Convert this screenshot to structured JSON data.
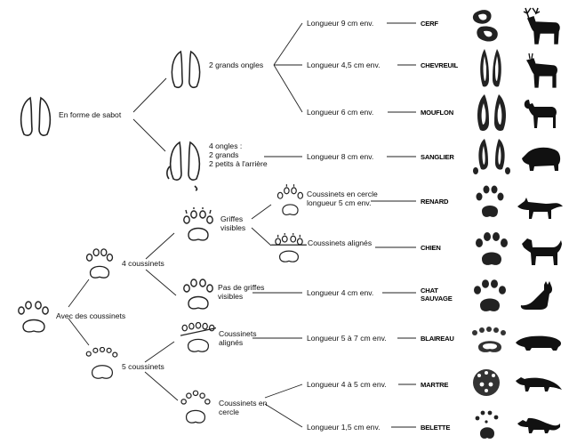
{
  "root_labels": {
    "hoof": "En forme de sabot",
    "pads": "Avec des coussinets"
  },
  "groups": {
    "two_hooves": "2 grands ongles",
    "four_hooves": "4 ongles :\n2 grands\n2 petits à l'arrière",
    "four_pads": "4 coussinets",
    "five_pads": "5 coussinets",
    "claws_visible": "Griffes\nvisibles",
    "no_claws": "Pas de griffes\nvisibles",
    "pads_aligned_group": "Coussinets\nalignés",
    "pads_circle_group": "Coussinets en\ncercle",
    "pads_circle_renard": "Coussinets en cercle\nlongueur 5 cm env.",
    "pads_aligned_chien": "Coussinets alignés"
  },
  "rows": [
    {
      "length": "Longueur 9 cm env.",
      "name": "CERF",
      "animal": "deer-icon"
    },
    {
      "length": "Longueur 4,5 cm env.",
      "name": "CHEVREUIL",
      "animal": "roe-deer-icon"
    },
    {
      "length": "Longueur 6 cm env.",
      "name": "MOUFLON",
      "animal": "mouflon-icon"
    },
    {
      "length": "Longueur 8 cm env.",
      "name": "SANGLIER",
      "animal": "boar-icon"
    },
    {
      "length": "",
      "name": "RENARD",
      "animal": "fox-icon"
    },
    {
      "length": "",
      "name": "CHIEN",
      "animal": "dog-icon"
    },
    {
      "length": "Longueur 4 cm env.",
      "name": "CHAT\nSAUVAGE",
      "animal": "wildcat-icon"
    },
    {
      "length": "Longueur 5 à 7 cm env.",
      "name": "BLAIREAU",
      "animal": "badger-icon"
    },
    {
      "length": "Longueur 4 à 5 cm env.",
      "name": "MARTRE",
      "animal": "marten-icon"
    },
    {
      "length": "Longueur 1,5 cm env.",
      "name": "BELETTE",
      "animal": "weasel-icon"
    }
  ]
}
